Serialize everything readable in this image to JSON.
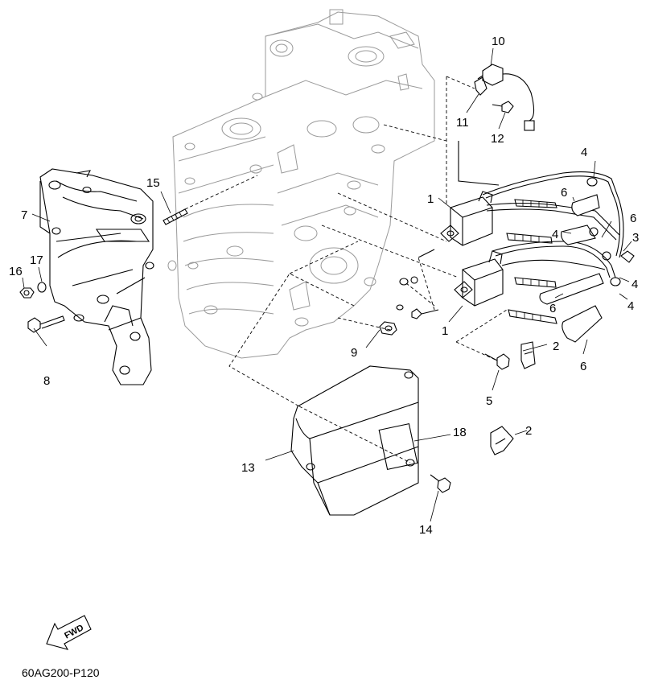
{
  "callouts": {
    "c1a": "1",
    "c1b": "1",
    "c2a": "2",
    "c2b": "2",
    "c3": "3",
    "c4a": "4",
    "c4b": "4",
    "c4c": "4",
    "c4d": "4",
    "c5": "5",
    "c6a": "6",
    "c6b": "6",
    "c6c": "6",
    "c6d": "6",
    "c7": "7",
    "c8": "8",
    "c9": "9",
    "c10": "10",
    "c11": "11",
    "c12": "12",
    "c13": "13",
    "c14": "14",
    "c15": "15",
    "c16": "16",
    "c17": "17",
    "c18": "18"
  },
  "fwd_label": "FWD",
  "diagram_code": "60AG200-P120"
}
